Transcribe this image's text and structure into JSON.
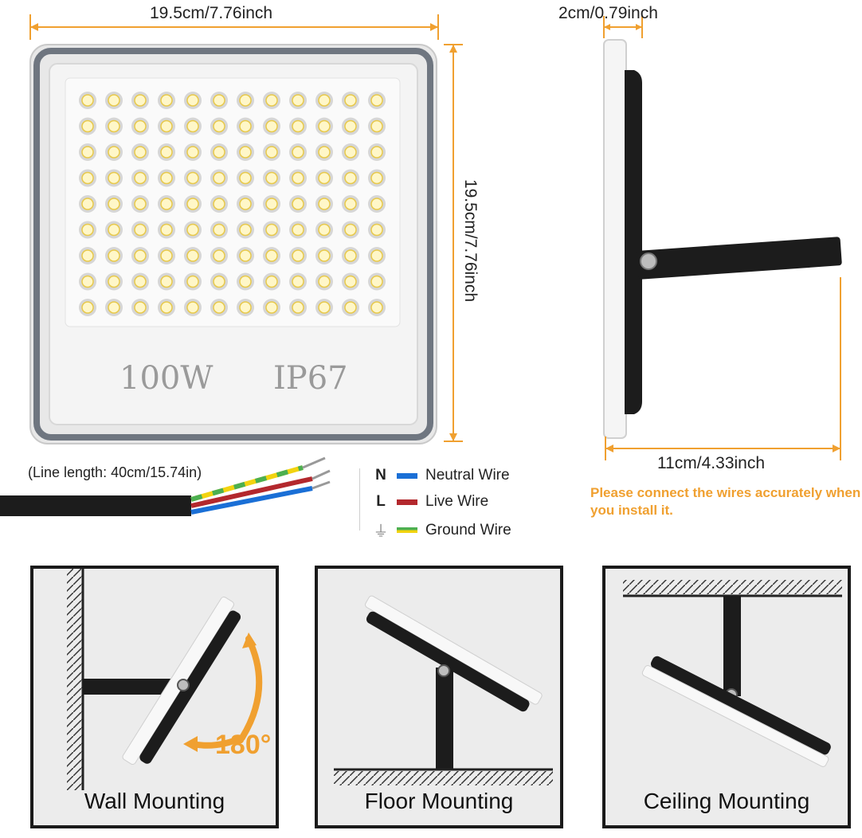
{
  "dimensions": {
    "width_top": "19.5cm/7.76inch",
    "height_side": "19.5cm/7.76inch",
    "depth_top": "2cm/0.79inch",
    "bracket_length": "11cm/4.33inch"
  },
  "product_label": {
    "power": "100W",
    "rating": "IP67"
  },
  "line_length": "(Line length: 40cm/15.74in)",
  "wire_legend": [
    {
      "code": "N",
      "label": "Neutral Wire",
      "color": "#1a6fd6"
    },
    {
      "code": "L",
      "label": "Live Wire",
      "color": "#b3282d"
    },
    {
      "code": "⏚",
      "label": "Ground Wire",
      "color": "#4caf50",
      "color2": "#f2d30f"
    }
  ],
  "warning_text": "Please connect the wires accurately when you install it.",
  "accent_color": "#f0a030",
  "rotation_label": "180°",
  "mounting_panels": [
    {
      "label": "Wall Mounting"
    },
    {
      "label": "Floor Mounting"
    },
    {
      "label": "Ceiling Mounting"
    }
  ]
}
